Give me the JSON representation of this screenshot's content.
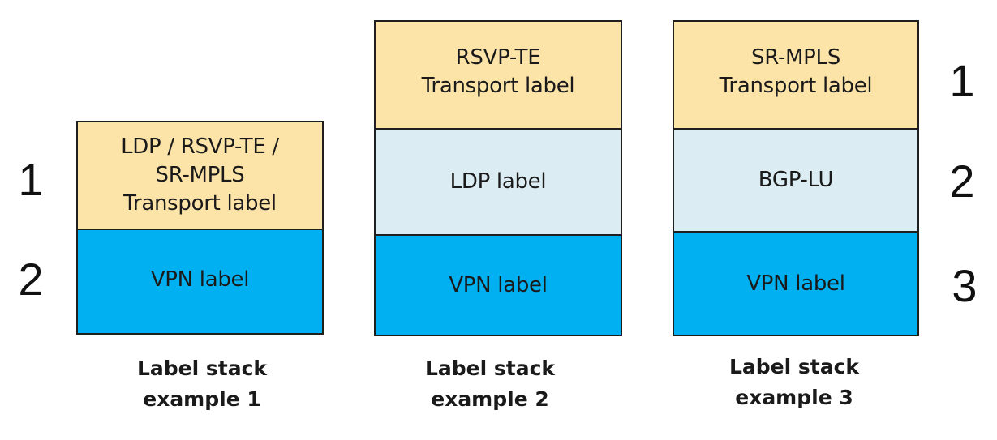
{
  "stacks": [
    {
      "caption": "Label stack\nexample 1",
      "layers": [
        {
          "kind": "transport",
          "text": "LDP / RSVP-TE /\nSR-MPLS\nTransport label"
        },
        {
          "kind": "vpn",
          "text": "VPN label"
        }
      ],
      "numbers": [
        "1",
        "2"
      ]
    },
    {
      "caption": "Label stack\nexample 2",
      "layers": [
        {
          "kind": "transport",
          "text": "RSVP-TE\nTransport label"
        },
        {
          "kind": "ldp",
          "text": "LDP label"
        },
        {
          "kind": "vpn",
          "text": "VPN label"
        }
      ],
      "numbers": []
    },
    {
      "caption": "Label stack\nexample 3",
      "layers": [
        {
          "kind": "transport",
          "text": "SR-MPLS\nTransport label"
        },
        {
          "kind": "bgp",
          "text": "BGP-LU"
        },
        {
          "kind": "vpn",
          "text": "VPN label"
        }
      ],
      "numbers": [
        "1",
        "2",
        "3"
      ]
    }
  ],
  "colors": {
    "transport": "#fce4a8",
    "ldp": "#dbecf2",
    "bgp": "#dbecf2",
    "vpn": "#00b0f0",
    "border": "#1f1f1f"
  }
}
